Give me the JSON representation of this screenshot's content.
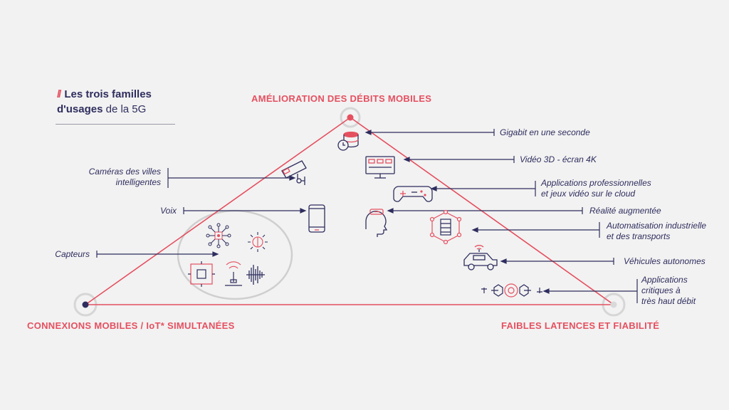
{
  "title": {
    "slashes": "//",
    "line1": "Les trois familles",
    "line2_bold": "d'usages",
    "line2_rest": " de la 5G"
  },
  "corners": {
    "top": "AMÉLIORATION DES DÉBITS MOBILES",
    "left": "CONNEXIONS MOBILES / IoT* SIMULTANÉES",
    "right": "FAIBLES LATENCES ET FIABILITÉ"
  },
  "right_labels": [
    {
      "lines": [
        "Gigabit en une seconde"
      ]
    },
    {
      "lines": [
        "Vidéo 3D - écran 4K"
      ]
    },
    {
      "lines": [
        "Applications professionnelles",
        "et jeux vidéo sur le cloud"
      ]
    },
    {
      "lines": [
        "Réalité augmentée"
      ]
    },
    {
      "lines": [
        "Automatisation industrielle",
        "et des transports"
      ]
    },
    {
      "lines": [
        "Véhicules autonomes"
      ]
    },
    {
      "lines": [
        "Applications",
        "critiques à",
        "très haut débit"
      ]
    }
  ],
  "left_labels": [
    {
      "lines": [
        "Caméras des villes",
        "intelligentes"
      ]
    },
    {
      "lines": [
        "Voix"
      ]
    },
    {
      "lines": [
        "Capteurs"
      ]
    }
  ],
  "icons": [
    "database-clock-icon",
    "screen-3d-icon",
    "gamepad-icon",
    "ar-head-icon",
    "automation-network-icon",
    "autonomous-car-icon",
    "critical-network-icon",
    "security-camera-icon",
    "smartphone-icon",
    "sensor-hub-icon",
    "chip-icon",
    "light-sensor-icon",
    "antenna-icon",
    "soundwave-icon"
  ],
  "colors": {
    "accent": "#e55060",
    "navy": "#2e2d5e",
    "grey": "#cfcfcf"
  }
}
